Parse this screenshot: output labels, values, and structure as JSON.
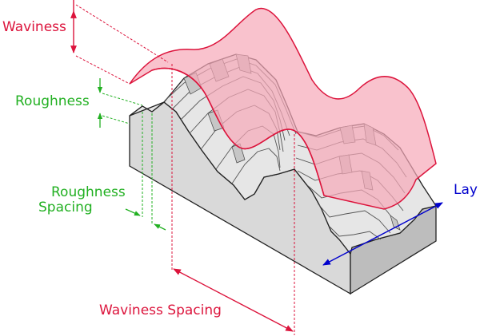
{
  "labels": {
    "waviness": "Waviness",
    "roughness": "Roughness",
    "roughness_spacing_line1": "Roughness",
    "roughness_spacing_line2": "Spacing",
    "waviness_spacing": "Waviness Spacing",
    "lay": "Lay"
  },
  "colors": {
    "waviness": "#dc143c",
    "roughness": "#22b022",
    "lay": "#0000cd",
    "block_front": "#d9d9d9",
    "block_right": "#bdbdbd",
    "block_top": "#ececec",
    "waviness_fill": "#f7a8b8",
    "outline": "#222222"
  }
}
